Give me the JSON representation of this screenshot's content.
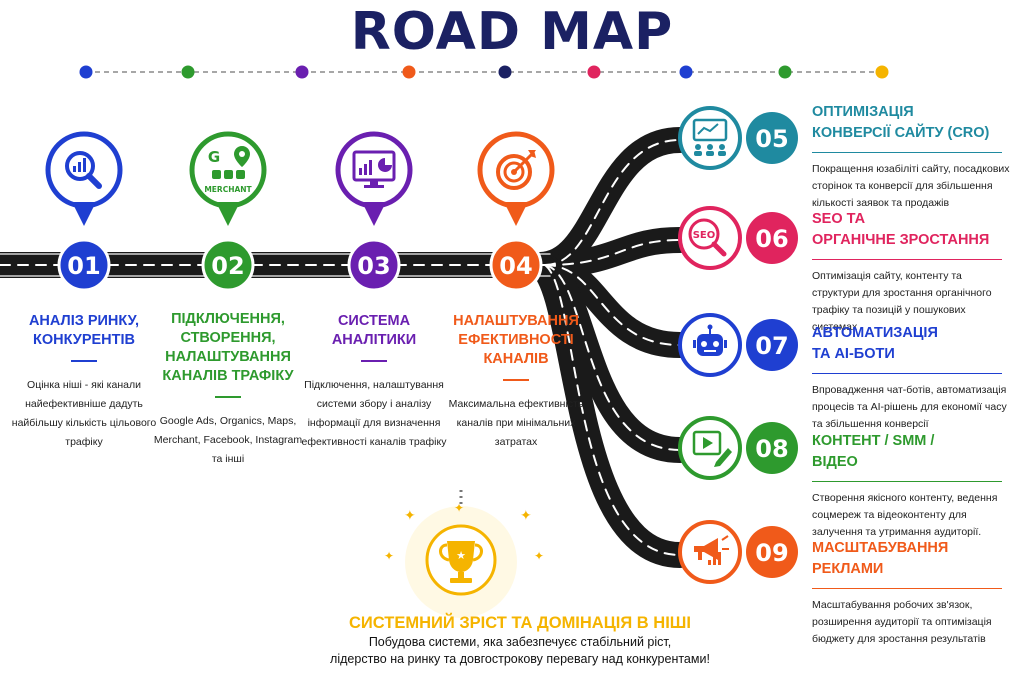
{
  "title": "ROAD MAP",
  "colors": {
    "navy": "#1b2163",
    "blue": "#1f3fd1",
    "green": "#2e9a2e",
    "purple": "#6a1fb0",
    "orange": "#f05a1a",
    "teal": "#1f8aa0",
    "pink": "#e0245e",
    "gold": "#f5b400"
  },
  "stages": [
    {
      "number": "01",
      "icon": "chart-magnifier-icon",
      "title": "АНАЛІЗ РИНКУ, КОНКУРЕНТІВ",
      "description": "Оцінка ніші - які канали найефективніше дадуть найбільшу кількість цільового трафіку"
    },
    {
      "number": "02",
      "icon": "google-merchant-icon",
      "icon_label": "MERCHANT",
      "title": "ПІДКЛЮЧЕННЯ, СТВОРЕННЯ, НАЛАШТУВАННЯ КАНАЛІВ ТРАФІКУ",
      "description": "Google Ads, Organics, Maps, Merchant, Facebook, Instagram та інші"
    },
    {
      "number": "03",
      "icon": "analytics-monitor-icon",
      "title": "СИСТЕМА АНАЛІТИКИ",
      "description": "Підключення, налаштування системи збору і аналізу інформації для визначення ефективності каналів трафіку"
    },
    {
      "number": "04",
      "icon": "target-icon",
      "title": "НАЛАШТУВАННЯ ЕФЕКТИВНОСТІ КАНАЛІВ",
      "description": "Максимальна ефективність каналів при мінімальних затратах"
    }
  ],
  "branches": [
    {
      "number": "05",
      "icon": "conversion-dashboard-icon",
      "title_line1": "ОПТИМІЗАЦІЯ",
      "title_line2": "КОНВЕРСІЇ САЙТУ (CRO)",
      "description": "Покращення юзабіліті сайту, посадкових сторінок та конверсії для збільшення кількості заявок та продажів"
    },
    {
      "number": "06",
      "icon": "seo-magnifier-icon",
      "icon_label": "SEO",
      "title_line1": "SEO ТА",
      "title_line2": "ОРГАНІЧНЕ ЗРОСТАННЯ",
      "description": "Оптимізація сайту, контенту та структури для зростання органічного трафіку та позицій у пошукових системах"
    },
    {
      "number": "07",
      "icon": "chatbot-icon",
      "title_line1": "АВТОМАТИЗАЦІЯ",
      "title_line2": "ТА AI-БОТИ",
      "description": "Впровадження чат-ботів, автоматизація процесів та AI-рішень для економії часу та збільшення конверсії"
    },
    {
      "number": "08",
      "icon": "video-edit-icon",
      "title_line1": "КОНТЕНТ / SMM /",
      "title_line2": "ВІДЕО",
      "description": "Створення якісного контенту, ведення соцмереж та відеоконтенту для залучення та утримання аудиторії."
    },
    {
      "number": "09",
      "icon": "megaphone-growth-icon",
      "title_line1": "МАСШТАБУВАННЯ",
      "title_line2": "РЕКЛАМИ",
      "description": "Масштабування робочих зв'язок, розширення аудиторії та оптимізація бюджету для зростання результатів"
    }
  ],
  "goal": {
    "icon": "trophy-icon",
    "title": "СИСТЕМНИЙ ЗРІСТ ТА ДОМІНАЦІЯ В НІШІ",
    "line1": "Побудова системи,  яка забезпечуєє стабільний ріст,",
    "line2": "лідерство на ринку та довгострокову перевагу над конкурентами!"
  }
}
